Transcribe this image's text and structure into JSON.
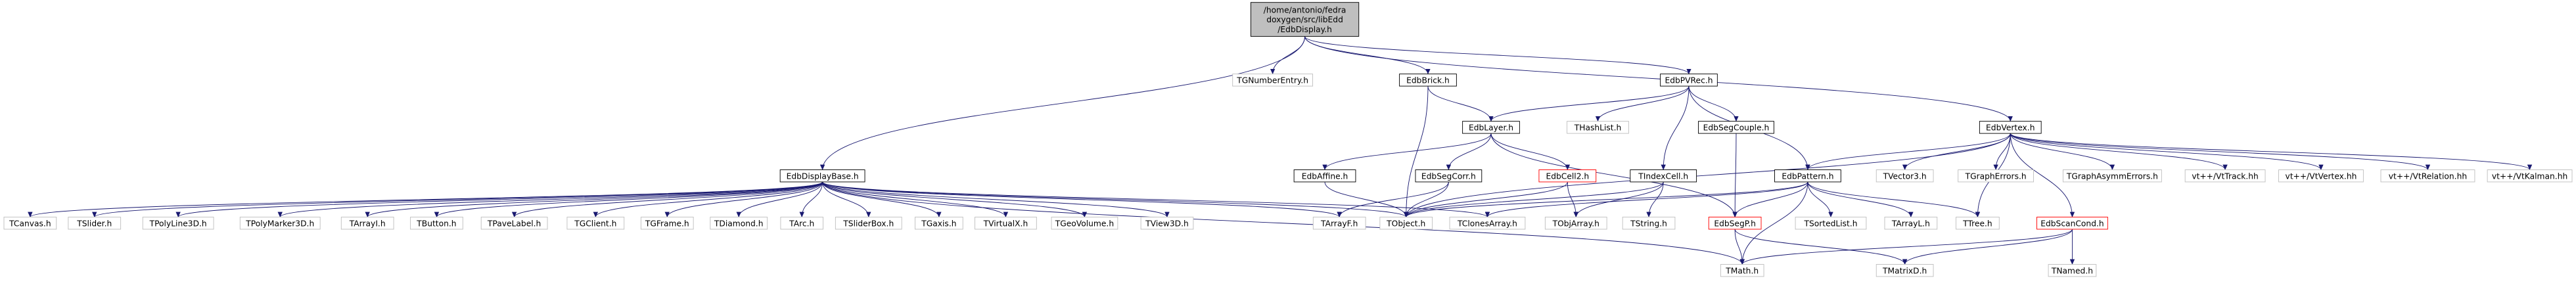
{
  "root": {
    "lines": [
      "/home/antonio/fedra",
      "doxygen/src/libEdd",
      "/EdbDisplay.h"
    ]
  },
  "colors": {
    "root_fill": "#bfbfbf",
    "node_fill": "#ffffff",
    "node_border": "#000000",
    "node_border_red": "#ff0000",
    "plain_border": "#bfbfbf",
    "edge": "#191970"
  },
  "nodes": [
    {
      "id": "TGNumberEntry",
      "label": "TGNumberEntry.h"
    },
    {
      "id": "EdbBrick",
      "label": "EdbBrick.h"
    },
    {
      "id": "EdbPVRec",
      "label": "EdbPVRec.h"
    },
    {
      "id": "EdbLayer",
      "label": "EdbLayer.h"
    },
    {
      "id": "THashList",
      "label": "THashList.h"
    },
    {
      "id": "EdbSegCouple",
      "label": "EdbSegCouple.h"
    },
    {
      "id": "EdbVertex",
      "label": "EdbVertex.h"
    },
    {
      "id": "EdbAffine",
      "label": "EdbAffine.h"
    },
    {
      "id": "EdbSegCorr",
      "label": "EdbSegCorr.h"
    },
    {
      "id": "EdbCell2",
      "label": "EdbCell2.h"
    },
    {
      "id": "TIndexCell",
      "label": "TIndexCell.h"
    },
    {
      "id": "EdbPattern",
      "label": "EdbPattern.h"
    },
    {
      "id": "TVector3",
      "label": "TVector3.h"
    },
    {
      "id": "TGraphErrors",
      "label": "TGraphErrors.h"
    },
    {
      "id": "TGraphAsymmErrors",
      "label": "TGraphAsymmErrors.h"
    },
    {
      "id": "VtTrack",
      "label": "vt++/VtTrack.hh"
    },
    {
      "id": "VtVertex",
      "label": "vt++/VtVertex.hh"
    },
    {
      "id": "VtRelation",
      "label": "vt++/VtRelation.hh"
    },
    {
      "id": "VtKalman",
      "label": "vt++/VtKalman.hh"
    },
    {
      "id": "EdbDisplayBase",
      "label": "EdbDisplayBase.h"
    },
    {
      "id": "TCanvas",
      "label": "TCanvas.h"
    },
    {
      "id": "TSlider",
      "label": "TSlider.h"
    },
    {
      "id": "TPolyLine3D",
      "label": "TPolyLine3D.h"
    },
    {
      "id": "TPolyMarker3D",
      "label": "TPolyMarker3D.h"
    },
    {
      "id": "TArrayI",
      "label": "TArrayI.h"
    },
    {
      "id": "TButton",
      "label": "TButton.h"
    },
    {
      "id": "TPaveLabel",
      "label": "TPaveLabel.h"
    },
    {
      "id": "TGClient",
      "label": "TGClient.h"
    },
    {
      "id": "TGFrame",
      "label": "TGFrame.h"
    },
    {
      "id": "TDiamond",
      "label": "TDiamond.h"
    },
    {
      "id": "TArc",
      "label": "TArc.h"
    },
    {
      "id": "TSliderBox",
      "label": "TSliderBox.h"
    },
    {
      "id": "TGaxis",
      "label": "TGaxis.h"
    },
    {
      "id": "TVirtualX",
      "label": "TVirtualX.h"
    },
    {
      "id": "TGeoVolume",
      "label": "TGeoVolume.h"
    },
    {
      "id": "TView3D",
      "label": "TView3D.h"
    },
    {
      "id": "TArrayF",
      "label": "TArrayF.h"
    },
    {
      "id": "TObject",
      "label": "TObject.h"
    },
    {
      "id": "TClonesArray",
      "label": "TClonesArray.h"
    },
    {
      "id": "TObjArray",
      "label": "TObjArray.h"
    },
    {
      "id": "TString",
      "label": "TString.h"
    },
    {
      "id": "EdbSegP",
      "label": "EdbSegP.h"
    },
    {
      "id": "TSortedList",
      "label": "TSortedList.h"
    },
    {
      "id": "TArrayL",
      "label": "TArrayL.h"
    },
    {
      "id": "TTree",
      "label": "TTree.h"
    },
    {
      "id": "EdbScanCond",
      "label": "EdbScanCond.h"
    },
    {
      "id": "TMath",
      "label": "TMath.h"
    },
    {
      "id": "TMatrixD",
      "label": "TMatrixD.h"
    },
    {
      "id": "TNamed",
      "label": "TNamed.h"
    }
  ],
  "edges": [
    [
      "ROOT",
      "TGNumberEntry"
    ],
    [
      "ROOT",
      "EdbBrick"
    ],
    [
      "ROOT",
      "EdbPVRec"
    ],
    [
      "ROOT",
      "EdbVertex"
    ],
    [
      "ROOT",
      "EdbDisplayBase"
    ],
    [
      "EdbBrick",
      "EdbLayer"
    ],
    [
      "EdbBrick",
      "TObject"
    ],
    [
      "EdbPVRec",
      "EdbLayer"
    ],
    [
      "EdbPVRec",
      "THashList"
    ],
    [
      "EdbPVRec",
      "EdbSegCouple"
    ],
    [
      "EdbPVRec",
      "TIndexCell"
    ],
    [
      "EdbPVRec",
      "EdbPattern"
    ],
    [
      "EdbLayer",
      "EdbAffine"
    ],
    [
      "EdbLayer",
      "EdbSegCorr"
    ],
    [
      "EdbLayer",
      "EdbCell2"
    ],
    [
      "EdbLayer",
      "EdbSegP"
    ],
    [
      "EdbSegCouple",
      "EdbSegP"
    ],
    [
      "EdbVertex",
      "EdbPattern"
    ],
    [
      "EdbVertex",
      "TVector3"
    ],
    [
      "EdbVertex",
      "TGraphErrors"
    ],
    [
      "EdbVertex",
      "TGraphAsymmErrors"
    ],
    [
      "EdbVertex",
      "VtTrack"
    ],
    [
      "EdbVertex",
      "VtVertex"
    ],
    [
      "EdbVertex",
      "VtRelation"
    ],
    [
      "EdbVertex",
      "VtKalman"
    ],
    [
      "EdbVertex",
      "TObject"
    ],
    [
      "EdbVertex",
      "TTree"
    ],
    [
      "EdbVertex",
      "EdbScanCond"
    ],
    [
      "EdbAffine",
      "TObject"
    ],
    [
      "EdbSegCorr",
      "TArrayF"
    ],
    [
      "EdbSegCorr",
      "TObject"
    ],
    [
      "EdbCell2",
      "TObject"
    ],
    [
      "EdbCell2",
      "TObjArray"
    ],
    [
      "TIndexCell",
      "TObject"
    ],
    [
      "TIndexCell",
      "TObjArray"
    ],
    [
      "TIndexCell",
      "TString"
    ],
    [
      "EdbPattern",
      "TClonesArray"
    ],
    [
      "EdbPattern",
      "EdbSegP"
    ],
    [
      "EdbPattern",
      "TSortedList"
    ],
    [
      "EdbPattern",
      "TArrayL"
    ],
    [
      "EdbPattern",
      "TTree"
    ],
    [
      "EdbPattern",
      "TMath"
    ],
    [
      "EdbPattern",
      "TObject"
    ],
    [
      "EdbDisplayBase",
      "TCanvas"
    ],
    [
      "EdbDisplayBase",
      "TSlider"
    ],
    [
      "EdbDisplayBase",
      "TPolyLine3D"
    ],
    [
      "EdbDisplayBase",
      "TPolyMarker3D"
    ],
    [
      "EdbDisplayBase",
      "TArrayI"
    ],
    [
      "EdbDisplayBase",
      "TButton"
    ],
    [
      "EdbDisplayBase",
      "TPaveLabel"
    ],
    [
      "EdbDisplayBase",
      "TGClient"
    ],
    [
      "EdbDisplayBase",
      "TGFrame"
    ],
    [
      "EdbDisplayBase",
      "TDiamond"
    ],
    [
      "EdbDisplayBase",
      "TArc"
    ],
    [
      "EdbDisplayBase",
      "TSliderBox"
    ],
    [
      "EdbDisplayBase",
      "TGaxis"
    ],
    [
      "EdbDisplayBase",
      "TVirtualX"
    ],
    [
      "EdbDisplayBase",
      "TGeoVolume"
    ],
    [
      "EdbDisplayBase",
      "TView3D"
    ],
    [
      "EdbDisplayBase",
      "TArrayF"
    ],
    [
      "EdbDisplayBase",
      "TObject"
    ],
    [
      "EdbDisplayBase",
      "TClonesArray"
    ],
    [
      "EdbDisplayBase",
      "TMath"
    ],
    [
      "EdbSegP",
      "TMath"
    ],
    [
      "EdbSegP",
      "TMatrixD"
    ],
    [
      "EdbScanCond",
      "TMath"
    ],
    [
      "EdbScanCond",
      "TMatrixD"
    ],
    [
      "EdbScanCond",
      "TNamed"
    ]
  ]
}
